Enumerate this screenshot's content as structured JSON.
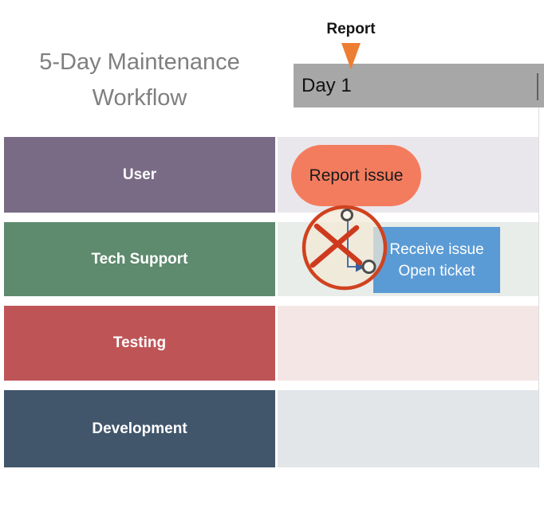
{
  "title": {
    "line1": "5-Day Maintenance",
    "line2": "Workflow",
    "color": "#7F7F7F"
  },
  "timeline": {
    "marker_label": "Report",
    "marker_color": "#ED7D31",
    "day_header": {
      "label": "Day 1",
      "background": "#A7A7A7",
      "text_color": "#111111"
    }
  },
  "lanes": [
    {
      "label": "User",
      "header_color": "#796B85",
      "track_color": "#E9E7EC"
    },
    {
      "label": "Tech Support",
      "header_color": "#5E8A6E",
      "track_color": "#E8EDE9"
    },
    {
      "label": "Testing",
      "header_color": "#BF5457",
      "track_color": "#F5E6E6"
    },
    {
      "label": "Development",
      "header_color": "#41566B",
      "track_color": "#E3E6E9"
    }
  ],
  "process_shapes": {
    "report_issue": {
      "label": "Report issue",
      "fill": "#F47C5E",
      "text_color": "#1A1A1A"
    },
    "receive_open": {
      "line1": "Receive issue",
      "line2": "Open ticket",
      "fill": "#5B9BD5",
      "text_color": "#FFFFFF"
    }
  },
  "annotation": {
    "circle_fill": "rgba(242,233,214,0.72)",
    "circle_stroke": "#D0421F",
    "x_color": "#CE3A1D",
    "connector_color": "#4E6F9E",
    "arrow_color": "#3D5E96",
    "handle_stroke": "#4D4D4D",
    "handle_fill": "#FAF6EB"
  }
}
